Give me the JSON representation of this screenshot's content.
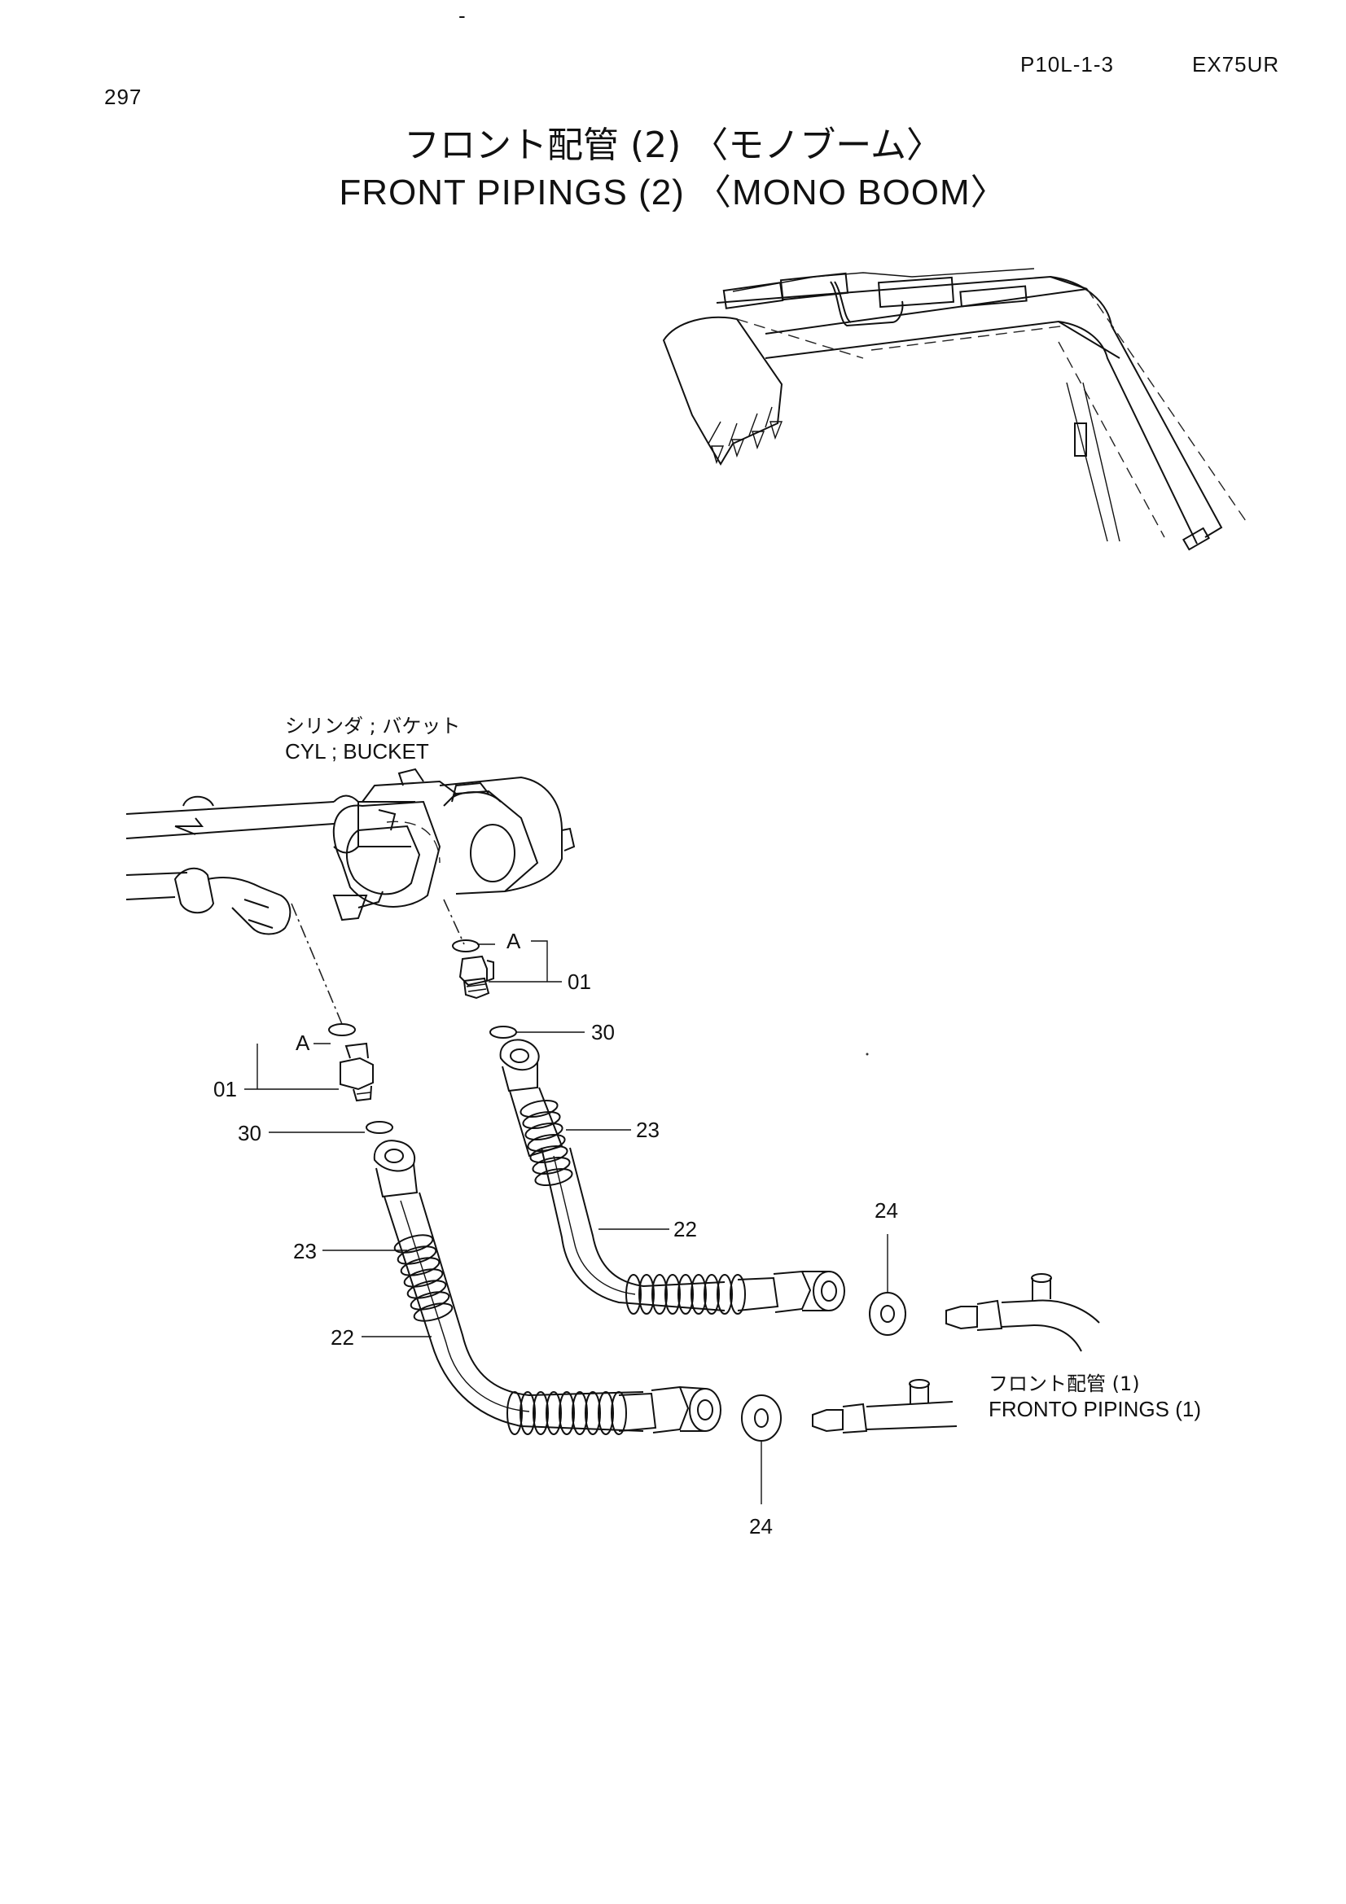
{
  "header": {
    "page_number": "297",
    "stray_mark": "-",
    "doc_code": "P10L-1-3",
    "model": "EX75UR"
  },
  "title": {
    "japanese": "フロント配管 (2) 〈モノブーム〉",
    "english": "FRONT PIPINGS (2) 〈MONO  BOOM〉"
  },
  "labels": {
    "cylinder_jp": "シリンダ ; バケット",
    "cylinder_en": "CYL ; BUCKET",
    "detail_a": "A",
    "front_piping_jp": "フロント配管 (1)",
    "front_piping_en": "FRONTO PIPINGS (1)"
  },
  "callouts": {
    "p01": "01",
    "p22": "22",
    "p23": "23",
    "p24": "24",
    "p30": "30"
  }
}
